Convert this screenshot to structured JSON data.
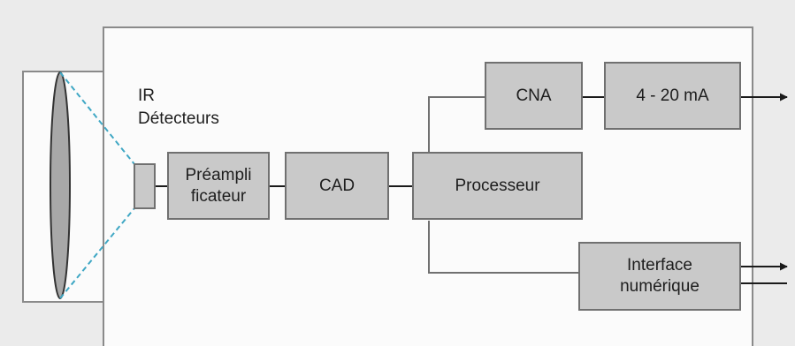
{
  "diagram": {
    "colors": {
      "background": "#ebebeb",
      "housing_fill": "#fbfbfb",
      "housing_border": "#8a8a8a",
      "block_fill": "#c9c9c9",
      "block_border": "#707070",
      "lens_fill": "#a8a8a8",
      "beam": "#3fa7c4",
      "line": "#1a1a1a",
      "text": "#1d1d1d"
    },
    "detector_label": {
      "line1": "IR",
      "line2": "Détecteurs"
    },
    "blocks": {
      "preampli": {
        "line1": "Préampli",
        "line2": "ficateur"
      },
      "cad": "CAD",
      "processeur": "Processeur",
      "cna": "CNA",
      "current_out": "4 - 20 mA",
      "interface": {
        "line1": "Interface",
        "line2": "numérique"
      }
    }
  }
}
